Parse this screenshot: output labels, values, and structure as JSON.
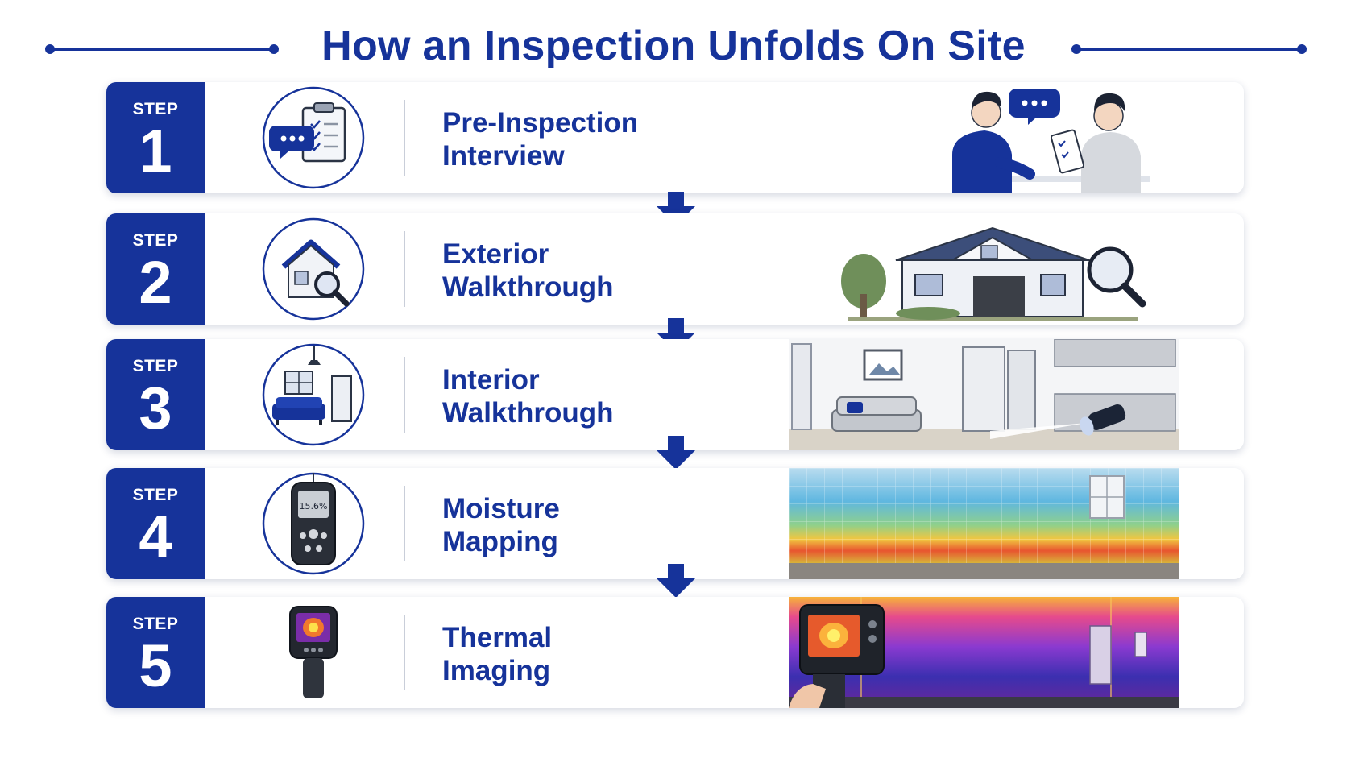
{
  "title": "How an Inspection Unfolds On Site",
  "colors": {
    "brand": "#16339a",
    "card_bg": "#ffffff",
    "divider": "#c9ced9"
  },
  "steps": [
    {
      "word": "STEP",
      "number": "1",
      "label_line1": "Pre-Inspection",
      "label_line2": "Interview",
      "icon": "clipboard-speech-icon",
      "scene": "interview-scene"
    },
    {
      "word": "STEP",
      "number": "2",
      "label_line1": "Exterior",
      "label_line2": "Walkthrough",
      "icon": "house-magnifier-icon",
      "scene": "house-exterior-scene"
    },
    {
      "word": "STEP",
      "number": "3",
      "label_line1": "Interior",
      "label_line2": "Walkthrough",
      "icon": "living-room-icon",
      "scene": "interior-room-scene"
    },
    {
      "word": "STEP",
      "number": "4",
      "label_line1": "Moisture",
      "label_line2": "Mapping",
      "icon": "moisture-meter-icon",
      "meter_reading": "15.6%",
      "scene": "moisture-map-scene"
    },
    {
      "word": "STEP",
      "number": "5",
      "label_line1": "Thermal",
      "label_line2": "Imaging",
      "icon": "thermal-camera-icon",
      "scene": "thermal-room-scene"
    }
  ]
}
